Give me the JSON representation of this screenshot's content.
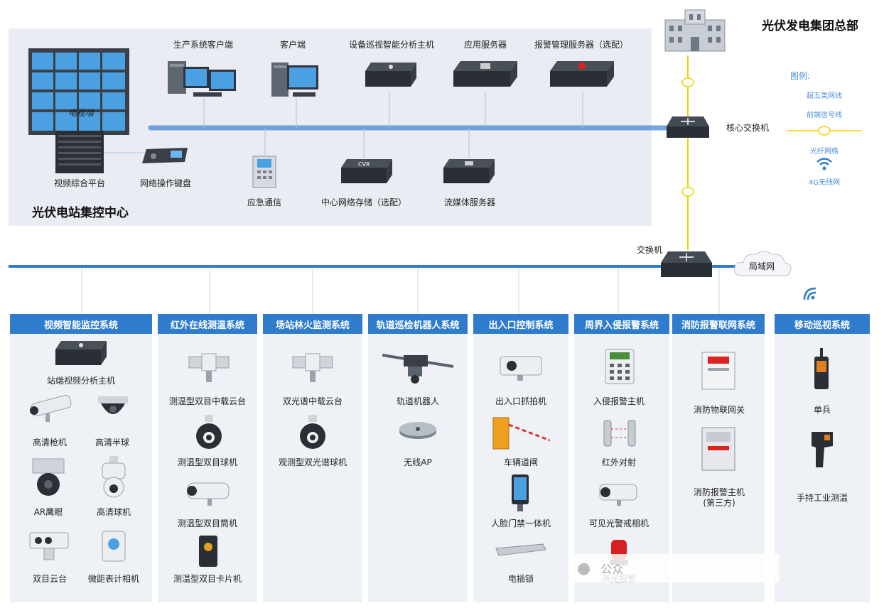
{
  "colors": {
    "bus": "#4a89d6",
    "fiber": "#f0d000",
    "header": "#2f7ccc",
    "panel": "#e9ecf2",
    "legend": "#4a90d9"
  },
  "hq": {
    "title": "光伏发电集团总部"
  },
  "legend": {
    "title": "图例:",
    "items": [
      "超五类网线",
      "前端信号线",
      "光纤网络",
      "4G无线网"
    ]
  },
  "center": {
    "title": "光伏电站集控中心",
    "videowall_text": "电视墙",
    "top_devices": [
      "生产系统客户端",
      "客户端",
      "设备巡视智能分析主机",
      "应用服务器",
      "报警管理服务器（选配）"
    ],
    "bottom_devices": [
      "视频综合平台",
      "网络操作键盘",
      "应急通信",
      "中心网络存储（选配）",
      "流媒体服务器"
    ],
    "cvr_text": "CVR"
  },
  "network": {
    "core_switch": "核心交换机",
    "switch": "交换机",
    "lan": "局域网"
  },
  "systems": [
    {
      "title": "视频智能监控系统",
      "items": [
        "站端视频分析主机",
        "高清枪机",
        "高清半球",
        "AR鹰眼",
        "高清球机",
        "双目云台",
        "微距表计相机"
      ]
    },
    {
      "title": "红外在线测温系统",
      "items": [
        "测温型双目中载云台",
        "测温型双目球机",
        "测温型双目筒机",
        "测温型双目卡片机"
      ]
    },
    {
      "title": "场站林火监测系统",
      "items": [
        "双光谱中载云台",
        "观测型双光谱球机"
      ]
    },
    {
      "title": "轨道巡检机器人系统",
      "items": [
        "轨道机器人",
        "无线AP"
      ]
    },
    {
      "title": "出入口控制系统",
      "items": [
        "出入口抓拍机",
        "车辆道闸",
        "人脸门禁一体机",
        "电插锁"
      ]
    },
    {
      "title": "周界入侵报警系统",
      "items": [
        "入侵报警主机",
        "红外对射",
        "可见光警戒相机",
        "声光报警"
      ]
    },
    {
      "title": "消防报警联网系统",
      "items": [
        "消防物联网关",
        "消防报警主机",
        "(第三方)"
      ]
    },
    {
      "title": "移动巡视系统",
      "items": [
        "单兵",
        "手持工业测温"
      ]
    }
  ],
  "watermark": "公众"
}
